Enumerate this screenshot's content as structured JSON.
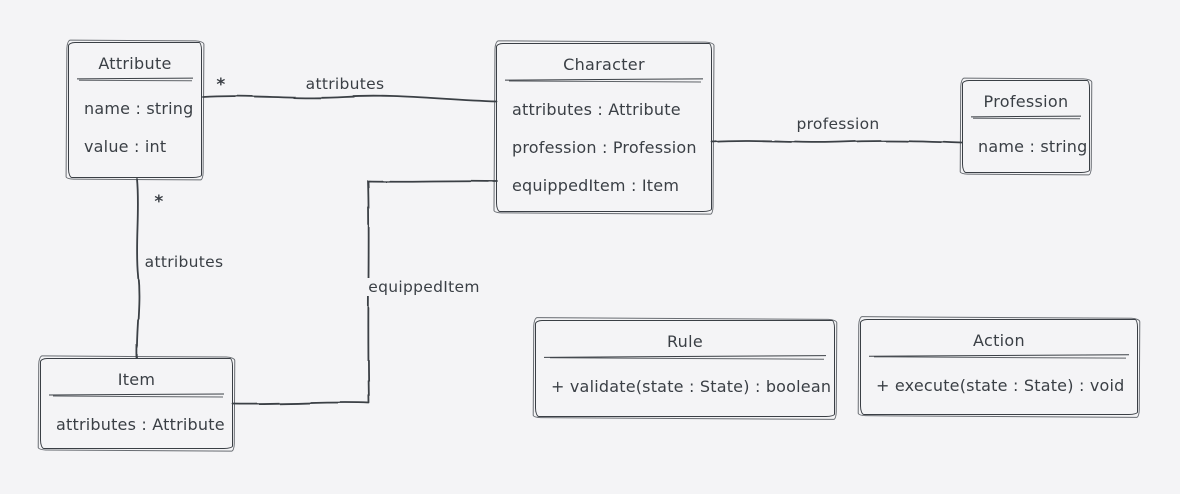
{
  "app": {
    "background": "#f4f4f6",
    "ink": "#3a3f45"
  },
  "classes": [
    {
      "id": "attribute",
      "title": "Attribute",
      "members": [
        "name : string",
        "value : int"
      ]
    },
    {
      "id": "character",
      "title": "Character",
      "members": [
        "attributes : Attribute",
        "profession : Profession",
        "equippedItem : Item"
      ]
    },
    {
      "id": "profession",
      "title": "Profession",
      "members": [
        "name : string"
      ]
    },
    {
      "id": "item",
      "title": "Item",
      "members": [
        "attributes : Attribute"
      ]
    },
    {
      "id": "rule",
      "title": "Rule",
      "members": [
        "+ validate(state : State) : boolean"
      ]
    },
    {
      "id": "action",
      "title": "Action",
      "members": [
        "+ execute(state : State) : void"
      ]
    }
  ],
  "connections": [
    {
      "from": "attribute",
      "to": "character",
      "label": "attributes",
      "multiplicity": "*"
    },
    {
      "from": "character",
      "to": "profession",
      "label": "profession"
    },
    {
      "from": "attribute",
      "to": "item",
      "label": "attributes",
      "multiplicity": "*"
    },
    {
      "from": "character",
      "to": "item",
      "label": "equippedItem"
    }
  ]
}
